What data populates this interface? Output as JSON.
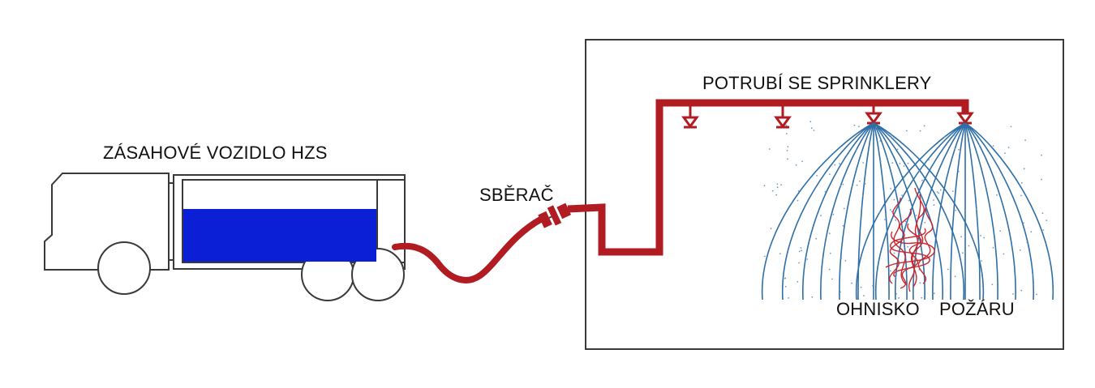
{
  "labels": {
    "vehicle": "ZÁSAHOVÉ VOZIDLO HZS",
    "collector": "SBĚRAČ",
    "pipe": "POTRUBÍ SE SPRINKLERY",
    "fire_word1": "OHNISKO",
    "fire_word2": "POŽÁRU"
  },
  "colors": {
    "pipe": "#b01c22",
    "water_tank": "#0b1fd6",
    "spray": "#2f6fa8",
    "fire": "#c9272d",
    "outline": "#3a3a3a"
  }
}
